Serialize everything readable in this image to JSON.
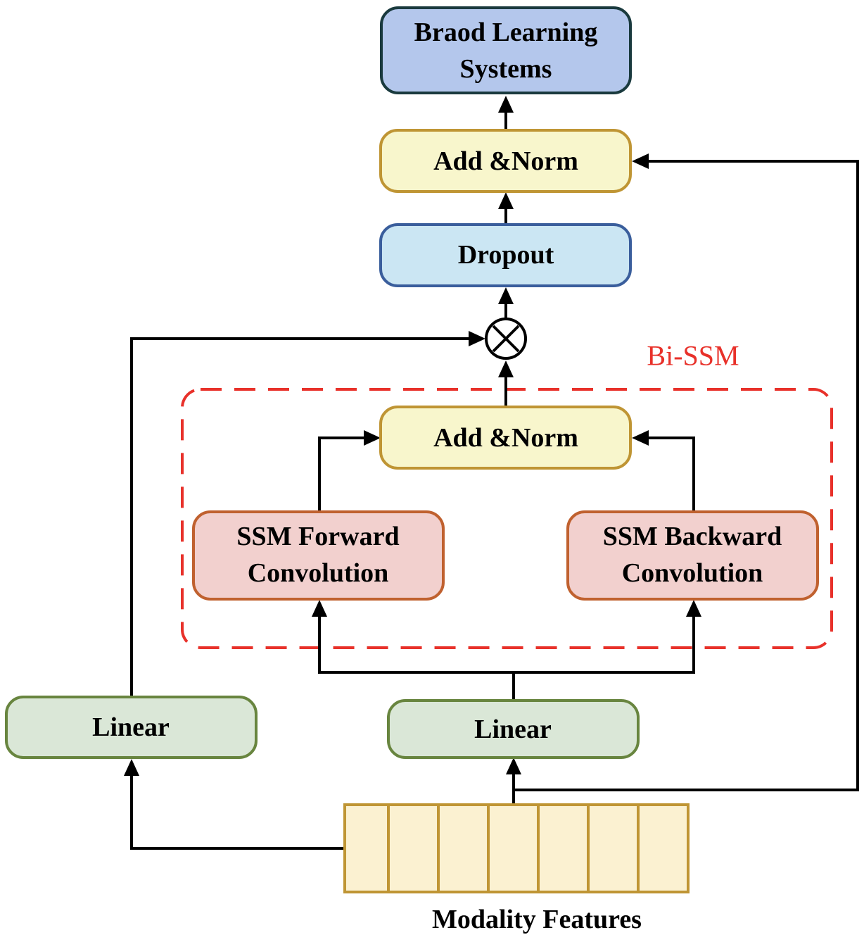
{
  "diagram": {
    "colors": {
      "bls_fill": "#b4c7ec",
      "bls_stroke": "#1a3a3e",
      "norm_fill": "#f8f6cc",
      "norm_stroke": "#bf9534",
      "dropout_fill": "#cbe6f3",
      "dropout_stroke": "#3a5e9c",
      "ssm_fill": "#f2d0ce",
      "ssm_stroke": "#c0612f",
      "linear_fill": "#dae7d7",
      "linear_stroke": "#68853f",
      "feature_fill": "#fbf1d1",
      "feature_stroke": "#bf9534",
      "bissm_color": "#e8312a"
    },
    "nodes": {
      "bls": {
        "line1": "Braod Learning",
        "line2": "Systems"
      },
      "add_norm_top": {
        "label": "Add &Norm"
      },
      "dropout": {
        "label": "Dropout"
      },
      "multiply": {
        "symbol": "multiply-circle"
      },
      "bissm_group": {
        "label": "Bi-SSM"
      },
      "add_norm_inner": {
        "label": "Add &Norm"
      },
      "ssm_forward": {
        "line1": "SSM Forward",
        "line2": "Convolution"
      },
      "ssm_backward": {
        "line1": "SSM Backward",
        "line2": "Convolution"
      },
      "linear_left": {
        "label": "Linear"
      },
      "linear_mid": {
        "label": "Linear"
      },
      "features": {
        "label": "Modality Features",
        "cell_count": 7
      }
    }
  }
}
